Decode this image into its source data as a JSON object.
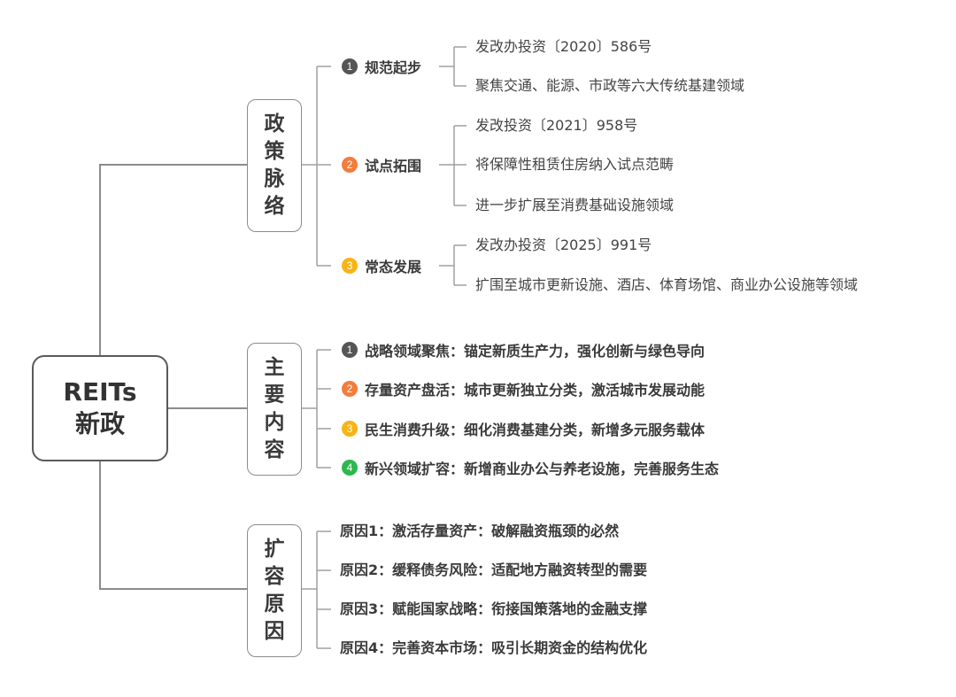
{
  "root": {
    "line1": "REITs",
    "line2": "新政"
  },
  "colors": {
    "badge_dark": "#555555",
    "badge_orange": "#f47c3c",
    "badge_yellow": "#f8b416",
    "badge_green": "#2db84d",
    "line": "#8c8c8c"
  },
  "branches": [
    {
      "title_chars": [
        "政",
        "策",
        "脉",
        "络"
      ],
      "subtopics": [
        {
          "badge": "1",
          "badge_color": "dark",
          "label": "规范起步",
          "children": [
            "发改办投资〔2020〕586号",
            "聚焦交通、能源、市政等六大传统基建领域"
          ]
        },
        {
          "badge": "2",
          "badge_color": "orange",
          "label": "试点拓围",
          "children": [
            "发改投资〔2021〕958号",
            "将保障性租赁住房纳入试点范畴",
            "进一步扩展至消费基础设施领域"
          ]
        },
        {
          "badge": "3",
          "badge_color": "yellow",
          "label": "常态发展",
          "children": [
            "发改办投资〔2025〕991号",
            "扩围至城市更新设施、酒店、体育场馆、商业办公设施等领域"
          ]
        }
      ]
    },
    {
      "title_chars": [
        "主",
        "要",
        "内",
        "容"
      ],
      "items": [
        {
          "badge": "1",
          "badge_color": "dark",
          "text": "战略领域聚焦：锚定新质生产力，强化创新与绿色导向"
        },
        {
          "badge": "2",
          "badge_color": "orange",
          "text": "存量资产盘活：城市更新独立分类，激活城市发展动能"
        },
        {
          "badge": "3",
          "badge_color": "yellow",
          "text": "民生消费升级：细化消费基建分类，新增多元服务载体"
        },
        {
          "badge": "4",
          "badge_color": "green",
          "text": "新兴领域扩容：新增商业办公与养老设施，完善服务生态"
        }
      ]
    },
    {
      "title_chars": [
        "扩",
        "容",
        "原",
        "因"
      ],
      "items": [
        {
          "text": "原因1：激活存量资产：破解融资瓶颈的必然"
        },
        {
          "text": "原因2：缓释债务风险：适配地方融资转型的需要"
        },
        {
          "text": "原因3：赋能国家战略：衔接国策落地的金融支撑"
        },
        {
          "text": "原因4：完善资本市场：吸引长期资金的结构优化"
        }
      ]
    }
  ]
}
